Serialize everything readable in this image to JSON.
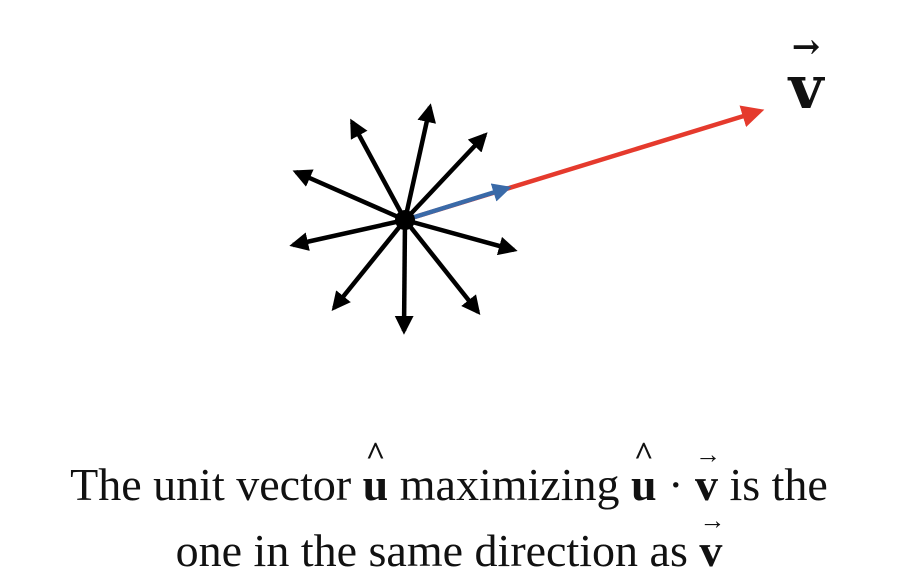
{
  "diagram": {
    "colors": {
      "arrows": "#000000",
      "v_vector": "#e53a2d",
      "u_vector": "#3a6aa8",
      "center_dot": "#000000"
    },
    "v_label": {
      "letter": "v",
      "accent": "→"
    },
    "icon": "vector-arrows"
  },
  "caption": {
    "line1": {
      "prefix": "The unit vector ",
      "u_symbol": "u",
      "u_accent": "^",
      "middle": " maximizing ",
      "u_symbol_2": "u",
      "u_accent_2": "^",
      "dot": " · ",
      "v_symbol": "v",
      "v_accent": "→",
      "suffix": " is the"
    },
    "line2": {
      "prefix": "one in the same direction as ",
      "v_symbol": "v",
      "v_accent": "→"
    }
  }
}
